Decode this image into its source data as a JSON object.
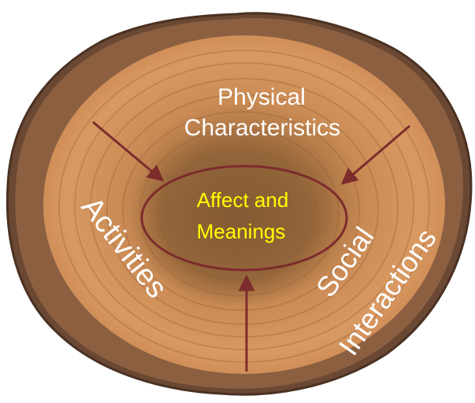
{
  "diagram": {
    "center_label": {
      "line1": "Affect and",
      "line2": "Meanings"
    },
    "outer_labels": {
      "top": {
        "line1": "Physical",
        "line2": "Characteristics"
      },
      "left": "Activities",
      "right": {
        "line1": "Social",
        "line2": "Interactions"
      }
    },
    "colors": {
      "bark": "#6b4a35",
      "wood_outer": "#d9965f",
      "wood_mid": "#c88652",
      "heartwood": "#8f6238",
      "ring": "#7a4628",
      "arrow": "#7d2c2c",
      "center_text": "#ffff00",
      "outer_text": "#ffffff"
    }
  }
}
